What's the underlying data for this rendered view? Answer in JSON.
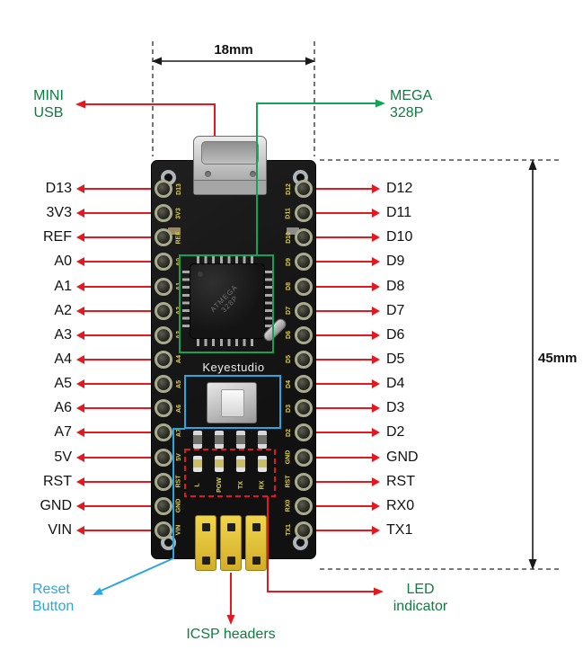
{
  "dimensions": {
    "width_label": "18mm",
    "height_label": "45mm"
  },
  "callouts": {
    "mini_usb": {
      "line1": "MINI",
      "line2": "USB"
    },
    "mega": {
      "line1": "MEGA",
      "line2": "328P"
    },
    "reset": {
      "line1": "Reset",
      "line2": "Button"
    },
    "icsp": {
      "label": "ICSP headers"
    },
    "led": {
      "line1": "LED",
      "line2": "indicator"
    }
  },
  "board": {
    "brand": "Keyestudio",
    "chip_line1": "ATMEGA",
    "chip_line2": "328P",
    "led_labels": [
      "L",
      "POW",
      "TX",
      "RX"
    ]
  },
  "pins": {
    "left": [
      "D13",
      "3V3",
      "REF",
      "A0",
      "A1",
      "A2",
      "A3",
      "A4",
      "A5",
      "A6",
      "A7",
      "5V",
      "RST",
      "GND",
      "VIN"
    ],
    "right": [
      "D12",
      "D11",
      "D10",
      "D9",
      "D8",
      "D7",
      "D6",
      "D5",
      "D4",
      "D3",
      "D2",
      "GND",
      "RST",
      "RX0",
      "TX1"
    ]
  },
  "colors": {
    "arrow_red": "#e4181f",
    "callout_green": "#0b7d3e",
    "line_green": "#12a455",
    "callout_blue": "#2aa7e0",
    "dimension_black": "#1a1a1a",
    "board_black": "#161616",
    "silkscreen_yellow": "#ded24f",
    "icsp_yellow": "#e9c93d"
  }
}
